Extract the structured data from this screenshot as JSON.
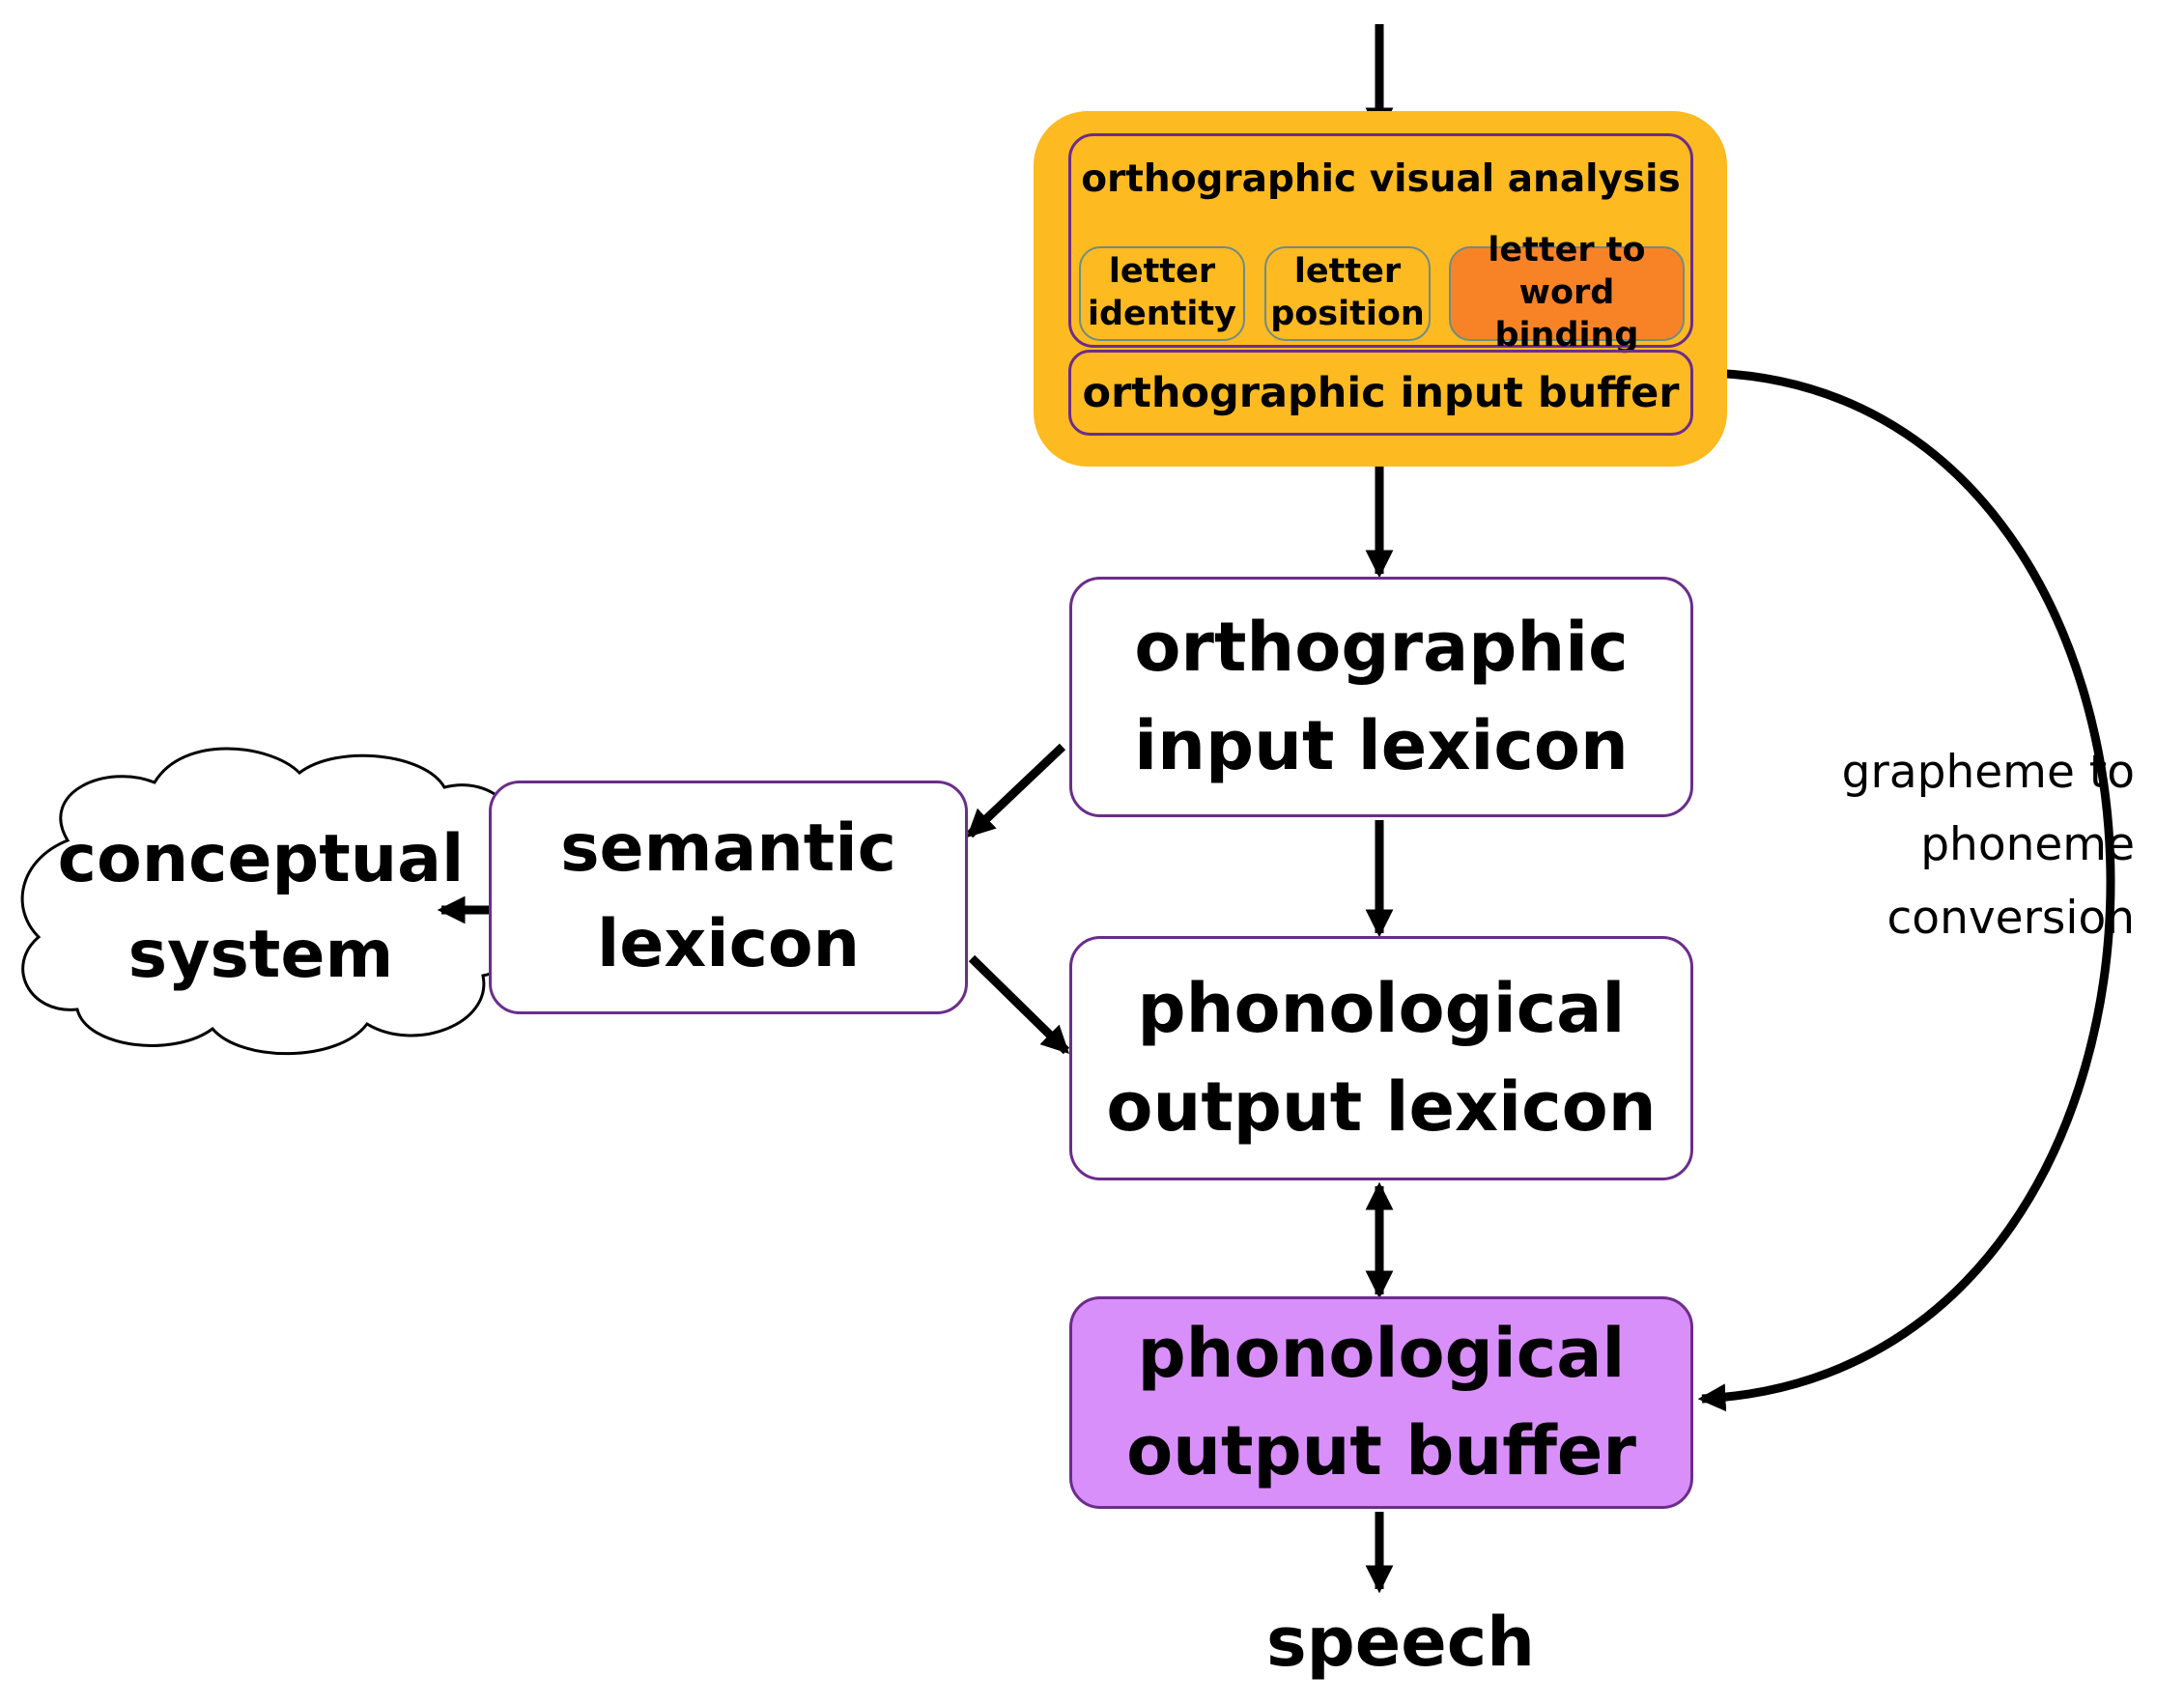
{
  "nodes": {
    "orthographic_visual_analysis": "orthographic visual analysis",
    "letter_identity": "letter\nidentity",
    "letter_position": "letter\nposition",
    "letter_to_word_binding": "letter to\nword binding",
    "orthographic_input_buffer": "orthographic input buffer",
    "orthographic_input_lexicon": "orthographic\ninput lexicon",
    "semantic_lexicon": "semantic\nlexicon",
    "conceptual_system": "conceptual\nsystem",
    "phonological_output_lexicon": "phonological\noutput lexicon",
    "phonological_output_buffer": "phonological\noutput buffer",
    "speech": "speech"
  },
  "edge_labels": {
    "grapheme_to_phoneme": "grapheme to\nphoneme\nconversion"
  },
  "colors": {
    "orange_group": "#FDBA21",
    "letter_binding": "#F88327",
    "output_buffer": "#D98FF9",
    "box_border": "#6B2D8B"
  }
}
